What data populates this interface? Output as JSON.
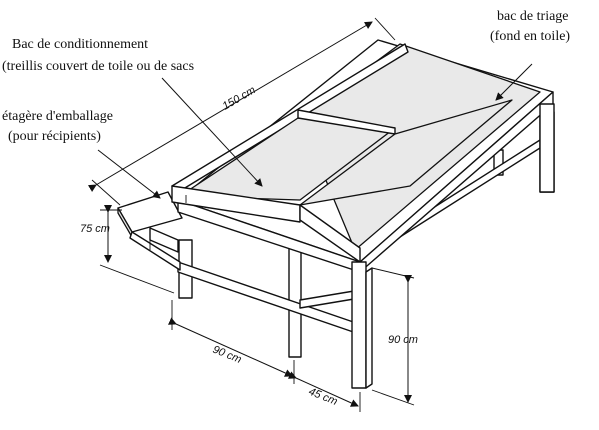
{
  "labels": {
    "conditioning_line1": "Bac de conditionnement",
    "conditioning_line2": "(treillis couvert de toile ou de sacs",
    "packing_line1": "étagère d'emballage",
    "packing_line2": "(pour récipients)",
    "sorting_line1": "bac de triage",
    "sorting_line2": "(fond en toile)"
  },
  "dimensions": {
    "length": "150 cm",
    "shelf_height": "75 cm",
    "width": "90 cm",
    "shelf_depth": "45 cm",
    "table_height": "90 cm"
  }
}
